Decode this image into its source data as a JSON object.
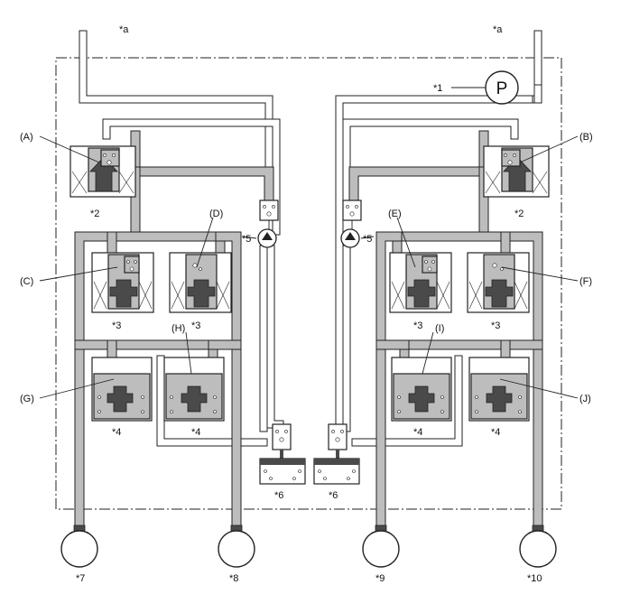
{
  "labels": {
    "a_left": "*a",
    "a_right": "*a",
    "pump": "P",
    "n1": "*1",
    "n2_left": "*2",
    "n2_right": "*2",
    "n3_c": "*3",
    "n3_d": "*3",
    "n3_e": "*3",
    "n3_f": "*3",
    "n4_g": "*4",
    "n4_h": "*4",
    "n4_i": "*4",
    "n4_j": "*4",
    "n5_left": "*5",
    "n5_right": "*5",
    "n6_left": "*6",
    "n6_right": "*6",
    "n7": "*7",
    "n8": "*8",
    "n9": "*9",
    "n10": "*10",
    "A": "(A)",
    "B": "(B)",
    "C": "(C)",
    "D": "(D)",
    "E": "(E)",
    "F": "(F)",
    "G": "(G)",
    "H": "(H)",
    "I": "(I)",
    "J": "(J)"
  },
  "colors": {
    "line": "#222222",
    "fluid_gray": "#bdbdbd",
    "piston_dark": "#4a4a4a"
  }
}
